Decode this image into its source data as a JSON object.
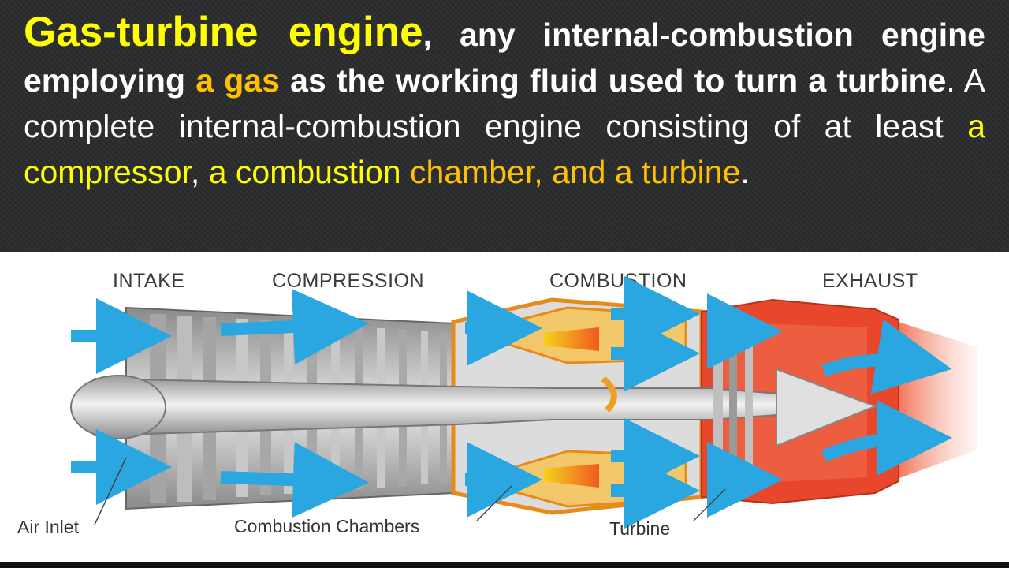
{
  "slide": {
    "title_term": "Gas-turbine engine",
    "def_part1": ", any internal-combustion engine employing ",
    "def_gas": "a gas",
    "def_part2": " as the working fluid used to turn a turbine",
    "def_part3": ". A complete internal-combustion engine consisting of at least ",
    "def_components1": "a compressor",
    "def_comma": ", ",
    "def_components2": "a combustion",
    "def_space": " ",
    "def_components3": "chamber, and a turbine",
    "def_end": "."
  },
  "diagram": {
    "stages": [
      "INTAKE",
      "COMPRESSION",
      "COMBUSTION",
      "EXHAUST"
    ],
    "callouts": {
      "air_inlet": "Air Inlet",
      "combustion_chambers": "Combustion Chambers",
      "turbine": "Turbine"
    },
    "colors": {
      "flow_arrows": "#2aa7e0",
      "casing_hot": "#e8472b",
      "combustion": "#f0a020",
      "metal": "#b8b8b8"
    }
  }
}
